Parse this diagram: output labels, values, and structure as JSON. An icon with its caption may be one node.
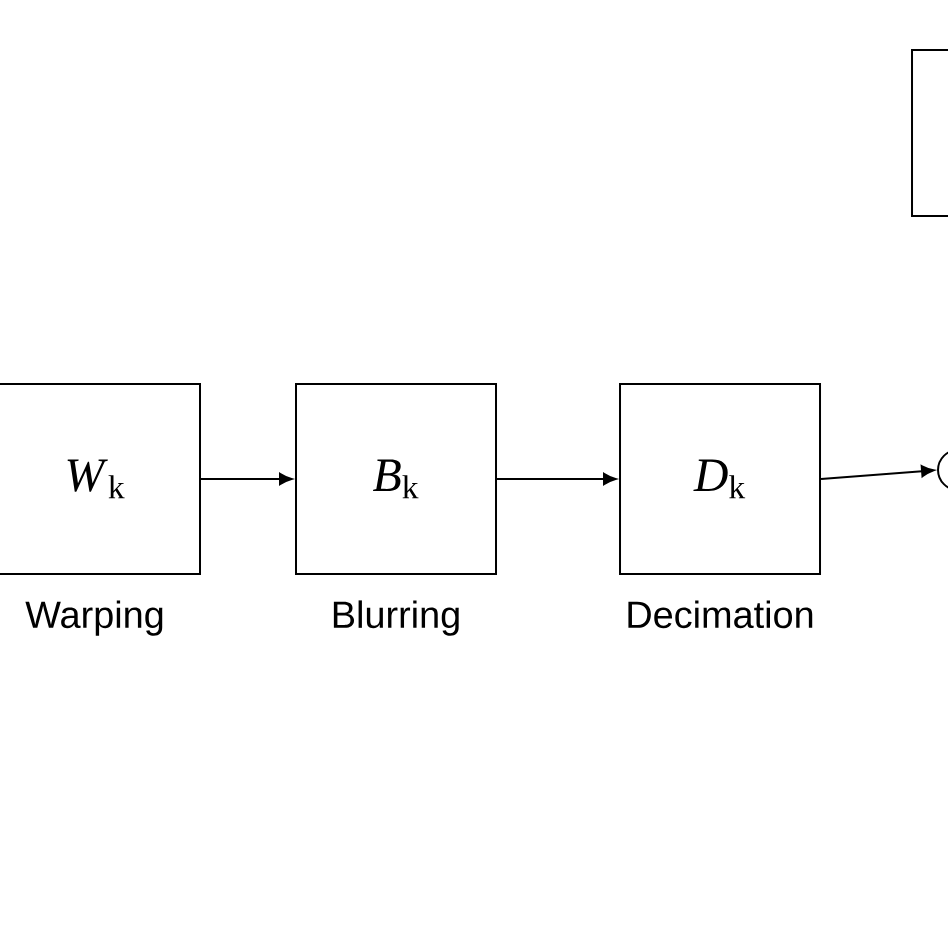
{
  "diagram": {
    "nodes": [
      {
        "text": [
          "*W*$_{k}$"
        ],
        "beside": [
          "Warping"
        ]
      },
      {
        "text": [
          "*B*$_{k}$"
        ],
        "beside": [
          "Blurring"
        ]
      },
      {
        "text": [
          "*D*$_{k}$"
        ],
        "beside": [
          "Decimation"
        ]
      },
      {
        "text": [],
        "shape": "circle"
      },
      {
        "text": [],
        "shape": "box"
      }
    ],
    "edges": [
      {
        "from": 0,
        "to": 1,
        "arrow": "to"
      },
      {
        "from": 1,
        "to": 2,
        "arrow": "to"
      },
      {
        "from": 2,
        "to": 3,
        "arrow": "to"
      }
    ]
  }
}
